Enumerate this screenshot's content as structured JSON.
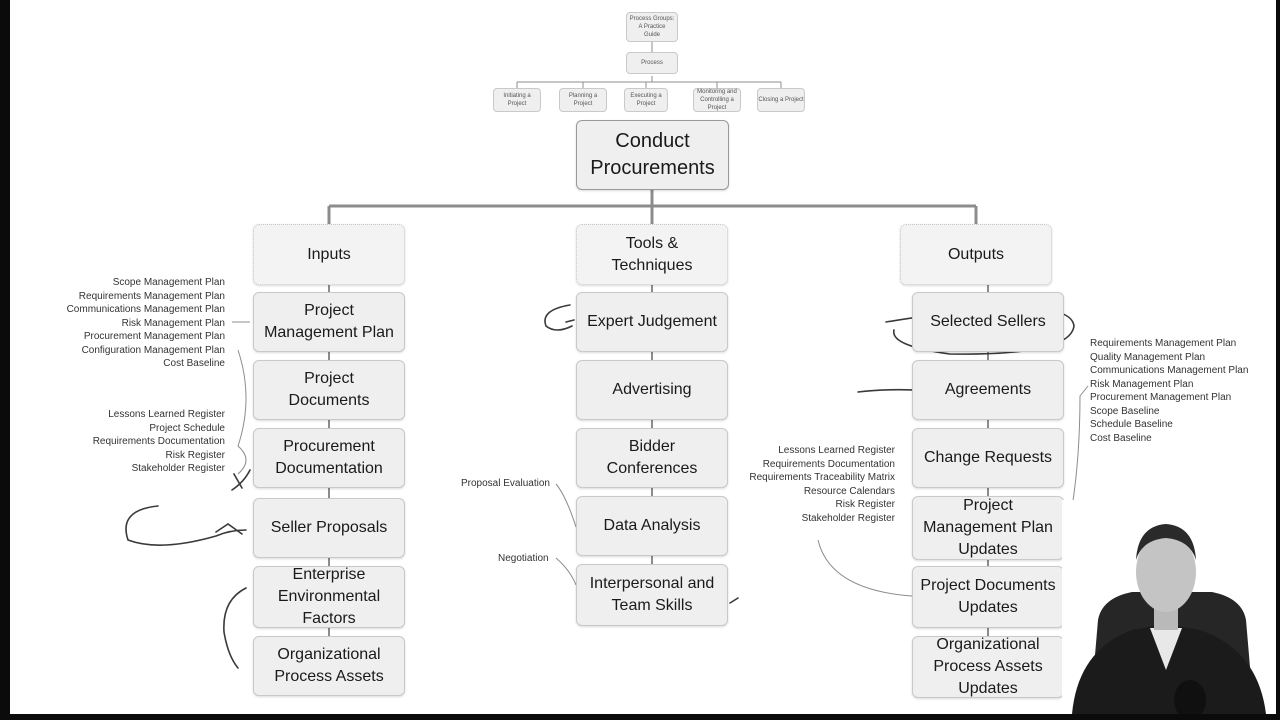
{
  "top": {
    "root": "Process Groups:\nA Practice\nGuide",
    "process": "Process",
    "groups": [
      "Initiating a Project",
      "Planning a Project",
      "Executing a Project",
      "Monitoring and Controlling a Project",
      "Closing a Project"
    ]
  },
  "main_title": "Conduct\nProcurements",
  "columns": {
    "inputs": {
      "header": "Inputs",
      "items": [
        "Project\nManagement Plan",
        "Project\nDocuments",
        "Procurement\nDocumentation",
        "Seller Proposals",
        "Enterprise\nEnvironmental\nFactors",
        "Organizational\nProcess Assets"
      ]
    },
    "tools": {
      "header": "Tools &\nTechniques",
      "items": [
        "Expert Judgement",
        "Advertising",
        "Bidder\nConferences",
        "Data Analysis",
        "Interpersonal and\nTeam Skills"
      ]
    },
    "outputs": {
      "header": "Outputs",
      "items": [
        "Selected Sellers",
        "Agreements",
        "Change Requests",
        "Project\nManagement Plan\nUpdates",
        "Project Documents\nUpdates",
        "Organizational\nProcess Assets\nUpdates"
      ]
    }
  },
  "notes": {
    "pm_plan": [
      "Scope Management Plan",
      "Requirements Management Plan",
      "Communications Management Plan",
      "Risk Management Plan",
      "Procurement Management Plan",
      "Configuration Management Plan",
      "Cost Baseline"
    ],
    "project_docs": [
      "Lessons Learned Register",
      "Project Schedule",
      "Requirements Documentation",
      "Risk Register",
      "Stakeholder Register"
    ],
    "data_analysis": "Proposal Evaluation",
    "interpersonal": "Negotiation",
    "doc_updates": [
      "Lessons Learned Register",
      "Requirements Documentation",
      "Requirements Traceability Matrix",
      "Resource Calendars",
      "Risk Register",
      "Stakeholder Register"
    ],
    "pm_plan_updates": [
      "Requirements Management Plan",
      "Quality Management Plan",
      "Communications Management Plan",
      "Risk Management Plan",
      "Procurement Management Plan",
      "Scope Baseline",
      "Schedule Baseline",
      "Cost Baseline"
    ]
  },
  "colors": {
    "background": "#ffffff",
    "box": "#efefef",
    "connector": "#8c8c8c",
    "ink": "#1a1a1a",
    "frame": "#0b0b0b"
  }
}
